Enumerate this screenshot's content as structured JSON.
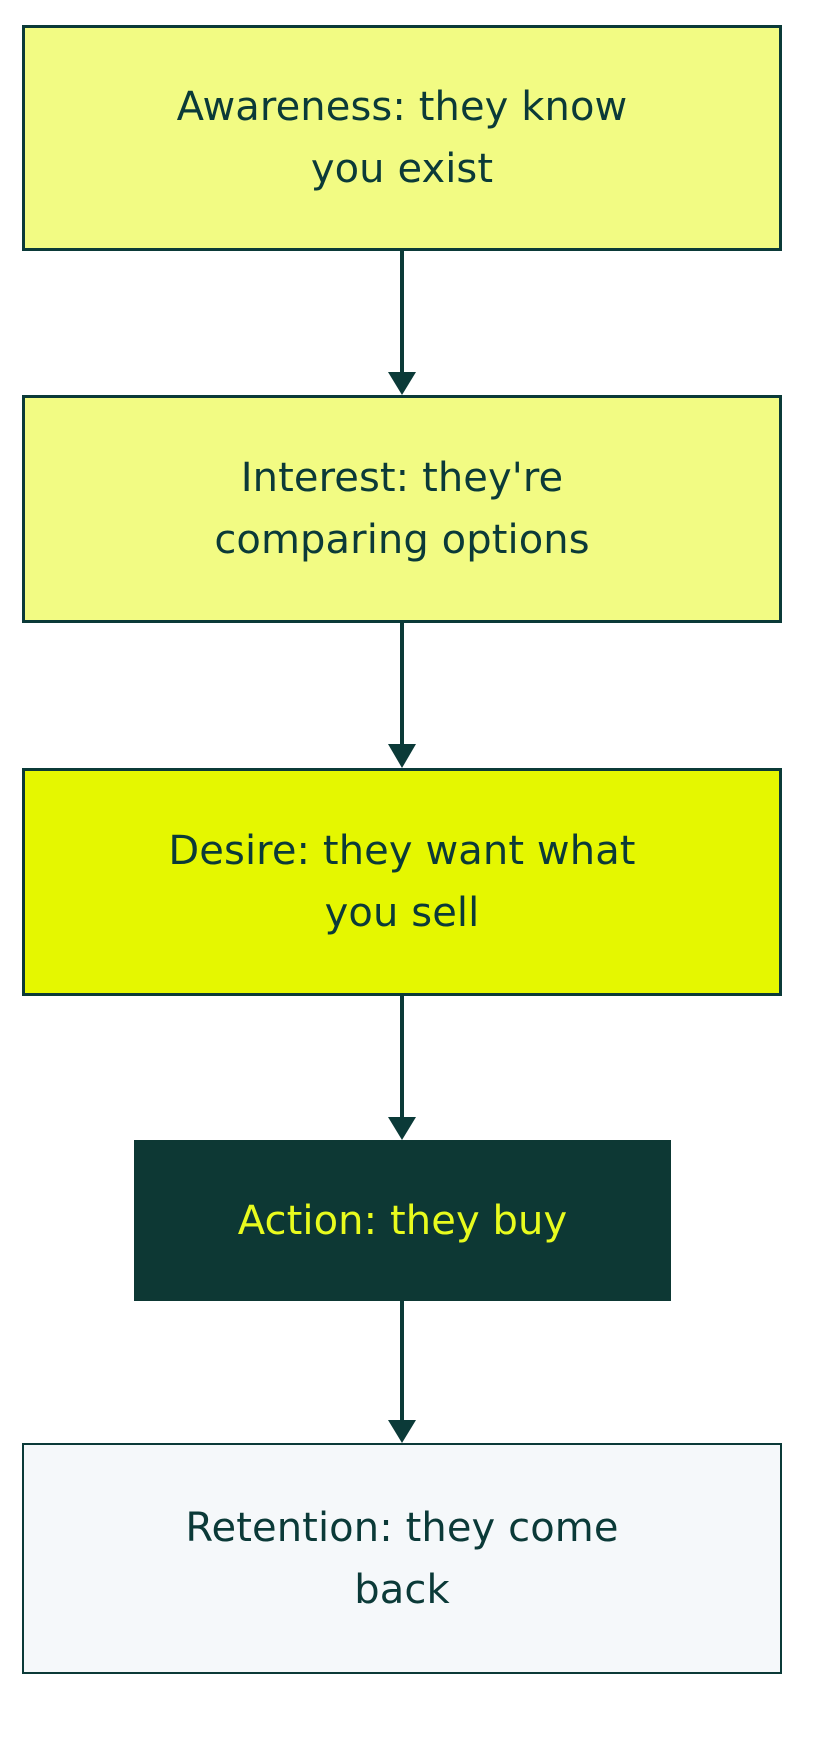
{
  "diagram": {
    "type": "flowchart",
    "orientation": "top-to-bottom",
    "background_color": "#ffffff",
    "edge_color": "#0b3a38",
    "nodes": [
      {
        "id": "awareness",
        "label": "Awareness: they know\nyou exist",
        "fill": "#f2fb83",
        "border": "#0b3a38",
        "text_color": "#0b3a38"
      },
      {
        "id": "interest",
        "label": "Interest: they're\ncomparing options",
        "fill": "#f2fb83",
        "border": "#0b3a38",
        "text_color": "#0b3a38"
      },
      {
        "id": "desire",
        "label": "Desire: they want what\nyou sell",
        "fill": "#e5f700",
        "border": "#0b3a38",
        "text_color": "#0b3a38"
      },
      {
        "id": "action",
        "label": "Action: they buy",
        "fill": "#0d3834",
        "border": "#0d3834",
        "text_color": "#e8fb1e"
      },
      {
        "id": "retention",
        "label": "Retention: they come\nback",
        "fill": "#f5f8fa",
        "border": "#0b3a38",
        "text_color": "#0b3a38"
      }
    ],
    "edges": [
      {
        "from": "awareness",
        "to": "interest"
      },
      {
        "from": "interest",
        "to": "desire"
      },
      {
        "from": "desire",
        "to": "action"
      },
      {
        "from": "action",
        "to": "retention"
      }
    ]
  }
}
